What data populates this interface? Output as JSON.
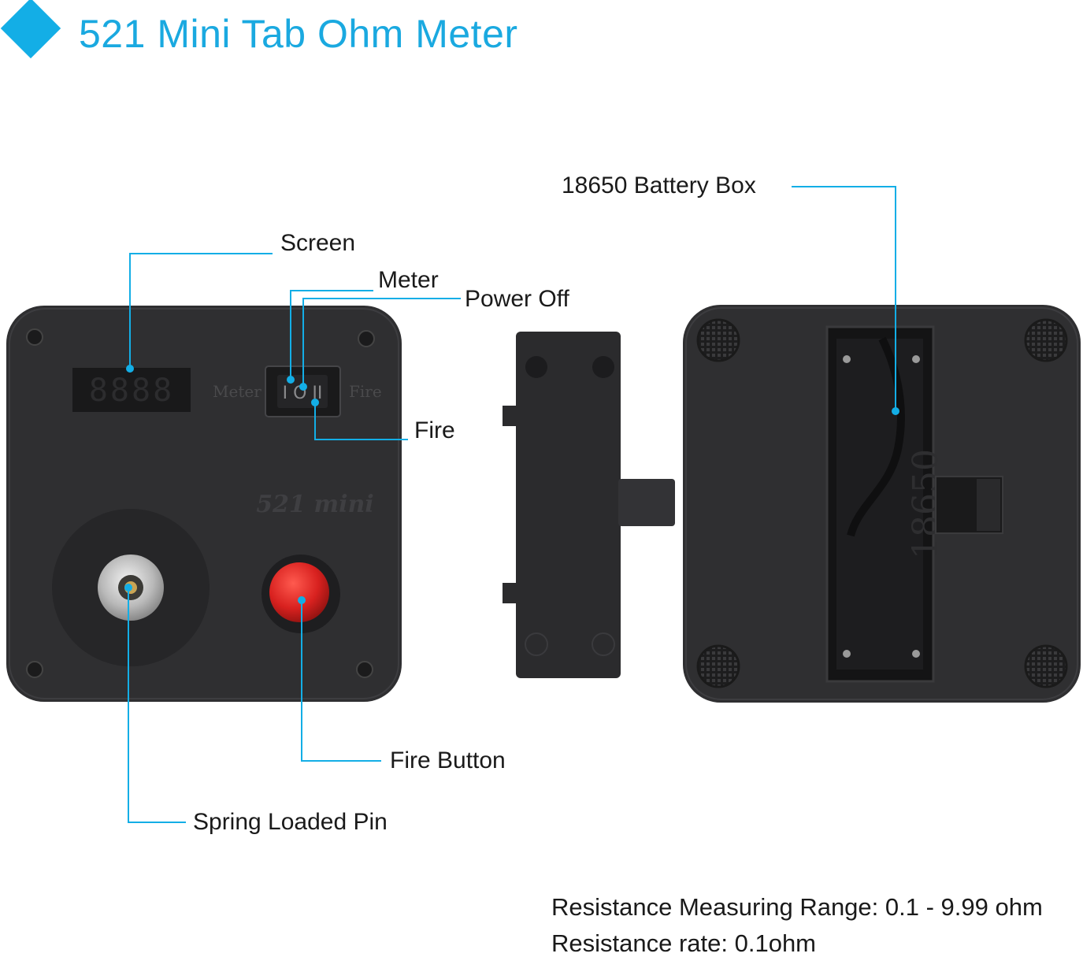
{
  "header": {
    "title": "521 Mini Tab Ohm Meter"
  },
  "callouts": {
    "screen": "Screen",
    "meter": "Meter",
    "power_off": "Power Off",
    "fire": "Fire",
    "fire_button": "Fire Button",
    "spring_loaded_pin": "Spring Loaded Pin",
    "battery_box": "18650 Battery Box"
  },
  "device_text": {
    "screen_digits": "8888",
    "switch_left": "Meter",
    "switch_right": "Fire",
    "model": "521 mini",
    "battery_print": "18650"
  },
  "specs": {
    "range": "Resistance Measuring Range: 0.1 - 9.99 ohm",
    "rate": "Resistance rate: 0.1ohm"
  },
  "colors": {
    "accent": "#13aee6",
    "device_body": "#2f2f31",
    "fire_button": "#d8211f"
  }
}
